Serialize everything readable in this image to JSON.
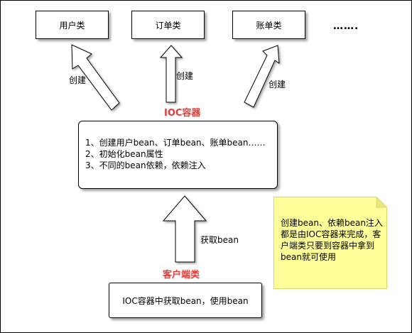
{
  "top_boxes": {
    "user": "用户类",
    "order": "订单类",
    "account": "账单类",
    "more": "……."
  },
  "arrows": {
    "create_left": "创建",
    "create_middle": "创建",
    "create_right": "创建",
    "get_bean": "获取bean"
  },
  "ioc": {
    "title": "IOC容器",
    "items": [
      "1、创建用户bean、订单bean、账单bean……",
      "2、初始化bean属性",
      "3、不同的bean依赖，依赖注入"
    ]
  },
  "client": {
    "title": "客户端类",
    "box_text": "IOC容器中获取bean，使用bean"
  },
  "note": {
    "text": "创建bean、依赖bean注入都是由IOC容器来完成，客户端类只要到容器中拿到bean就可使用"
  },
  "colors": {
    "title_red": "#e53935",
    "note_fill": "#ffff99",
    "note_border": "#d8d86a"
  }
}
